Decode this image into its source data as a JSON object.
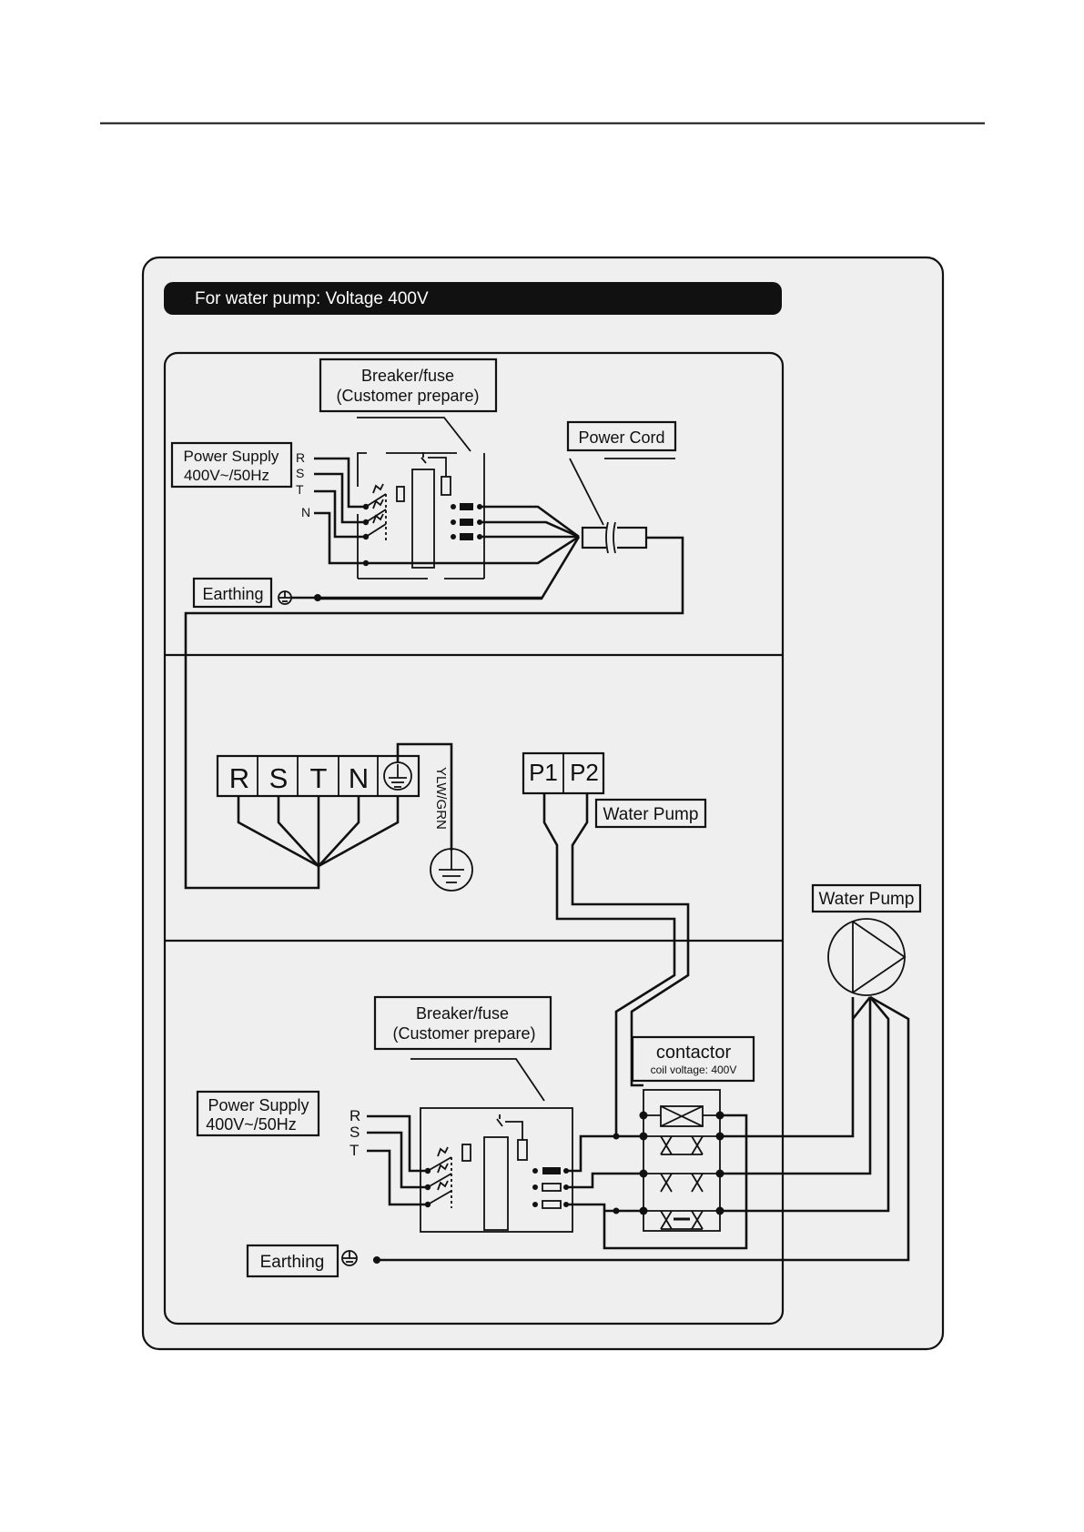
{
  "header_bar": {
    "title": "For water pump: Voltage 400V"
  },
  "top_section": {
    "breaker_label_1": "Breaker/fuse",
    "breaker_label_2": "(Customer prepare)",
    "power_cord_label": "Power Cord",
    "power_supply_label_1": "Power Supply",
    "power_supply_label_2": "400V~/50Hz",
    "terminals": [
      "R",
      "S",
      "T",
      "N"
    ],
    "earthing_label": "Earthing"
  },
  "middle_section": {
    "terminal_block": [
      "R",
      "S",
      "T",
      "N"
    ],
    "ground_wire_label": "YLW/GRN",
    "pump_terminals": [
      "P1",
      "P2"
    ],
    "water_pump_label": "Water Pump"
  },
  "bottom_section": {
    "breaker_label_1": "Breaker/fuse",
    "breaker_label_2": "(Customer prepare)",
    "contactor_label": "contactor",
    "coil_voltage_label": "coil voltage:  400V",
    "power_supply_label_1": "Power Supply",
    "power_supply_label_2": "400V~/50Hz",
    "terminals": [
      "R",
      "S",
      "T"
    ],
    "earthing_label": "Earthing"
  },
  "external": {
    "water_pump_label": "Water Pump"
  }
}
